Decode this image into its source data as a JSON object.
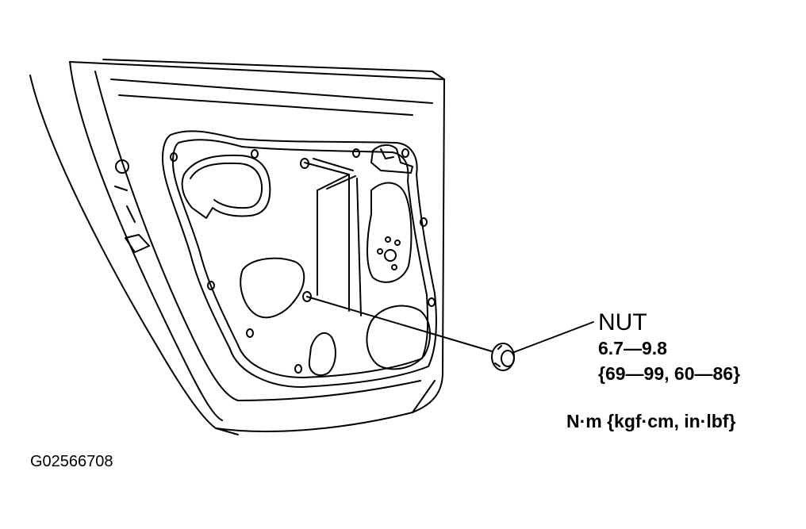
{
  "labels": {
    "nut_title": "NUT",
    "torque_nm": "6.7—9.8",
    "torque_alt": "{69—99, 60—86}",
    "units": "N·m {kgf·cm, in·lbf}",
    "figure_id": "G02566708"
  }
}
